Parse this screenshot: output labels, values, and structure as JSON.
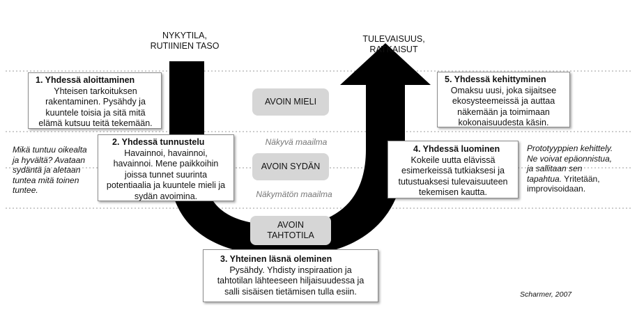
{
  "headers": {
    "left": [
      "NYKYTILA,",
      "RUTIINIEN TASO"
    ],
    "right": [
      "TULEVAISUUS,",
      "RATKAISUT"
    ]
  },
  "states": {
    "mind": "AVOIN MIELI",
    "heart": "AVOIN SYDÄN",
    "will": [
      "AVOIN",
      "TAHTOTILA"
    ]
  },
  "worlds": {
    "visible": "Näkyvä maailma",
    "invisible": "Näkymätön maailma"
  },
  "boxes": {
    "b1": {
      "title": "1. Yhdessä aloittaminen",
      "lines": [
        "Yhteisen tarkoituksen",
        "rakentaminen. Pysähdy ja",
        "kuuntele toisia ja sitä mitä",
        "elämä kutsuu teitä tekemään."
      ]
    },
    "b2": {
      "title": "2. Yhdessä tunnustelu",
      "lines": [
        "Havainnoi, havainnoi,",
        "havainnoi. Mene paikkoihin",
        "joissa tunnet suurinta",
        "potentiaalia ja kuuntele mieli ja",
        "sydän avoimina."
      ]
    },
    "b3": {
      "title": "3. Yhteinen läsnä oleminen",
      "lines": [
        "Pysähdy. Yhdisty inspiraation ja",
        "tahtotilan lähteeseen hiljaisuudessa ja",
        "salli sisäisen tietämisen tulla esiin."
      ]
    },
    "b4": {
      "title": "4. Yhdessä luominen",
      "lines": [
        "Kokeile uutta elävissä",
        "esimerkeissä tutkiaksesi ja",
        "tutustuaksesi tulevaisuuteen",
        "tekemisen kautta."
      ]
    },
    "b5": {
      "title": "5. Yhdessä kehittyminen",
      "lines": [
        "Omaksu uusi, joka sijaitsee",
        "ekosysteemeissä ja auttaa",
        "näkemään ja toimimaan",
        "kokonaisuudesta käsin."
      ]
    }
  },
  "notes": {
    "left": [
      "Mikä tuntuu oikealta",
      "ja hyvältä? Avataan",
      "sydäntä ja aletaan",
      "tuntea mitä toinen",
      "tuntee."
    ],
    "right_italic": [
      "Prototyyppien kehittely.",
      "Ne voivat epäonnistua,",
      "ja sallitaan sen",
      "tapahtua."
    ],
    "right_normal_tail": "Yritetään,",
    "right_normal": "improvisoidaan."
  },
  "credit": "Scharmer, 2007"
}
